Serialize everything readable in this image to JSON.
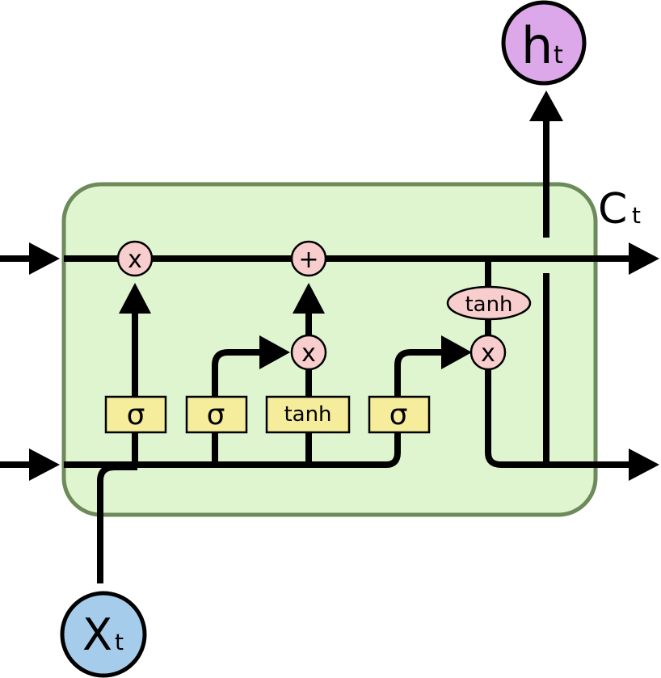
{
  "title": "LSTM cell",
  "colors": {
    "cell_fill": "#dff5d0",
    "cell_stroke": "#6d8a5a",
    "op_fill": "#f8cdcd",
    "layer_fill": "#f5ec9c",
    "input_fill": "#a6cceb",
    "output_fill": "#dca8ea"
  },
  "labels": {
    "output": "h",
    "output_sub": "t",
    "input": "X",
    "input_sub": "t",
    "cell_state": "C",
    "cell_state_sub": "t"
  },
  "pointwise_ops": [
    {
      "id": "forget-multiply",
      "symbol": "x"
    },
    {
      "id": "add",
      "symbol": "+"
    },
    {
      "id": "input-multiply",
      "symbol": "x"
    },
    {
      "id": "output-multiply",
      "symbol": "x"
    }
  ],
  "pointwise_tanh": "tanh",
  "layers": [
    {
      "id": "forget-gate",
      "label": "σ"
    },
    {
      "id": "input-gate",
      "label": "σ"
    },
    {
      "id": "candidate",
      "label": "tanh"
    },
    {
      "id": "output-gate",
      "label": "σ"
    }
  ]
}
